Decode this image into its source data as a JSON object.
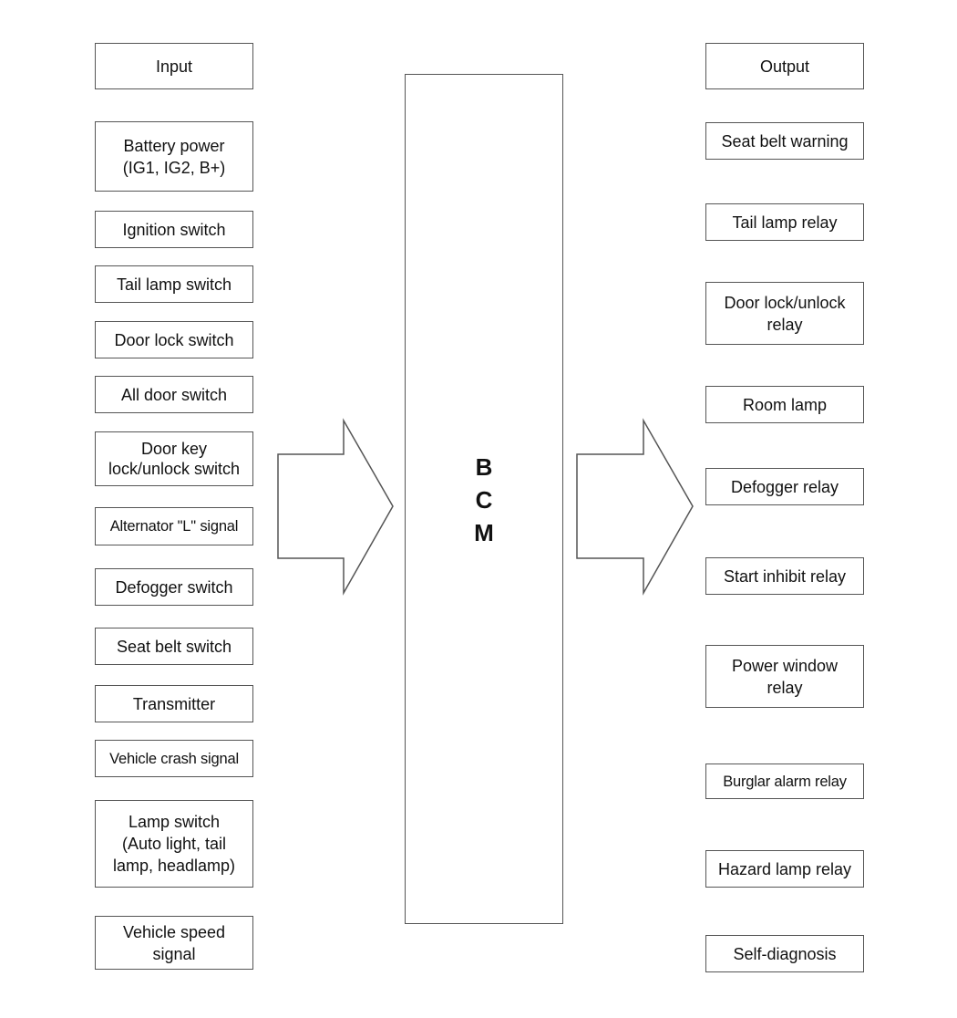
{
  "inputs": {
    "header": "Input",
    "items": [
      "Battery power\n(IG1, IG2, B+)",
      "Ignition switch",
      "Tail lamp switch",
      "Door lock switch",
      "All door switch",
      "Door key\nlock/unlock switch",
      "Alternator \"L\" signal",
      "Defogger switch",
      "Seat belt switch",
      "Transmitter",
      "Vehicle crash signal",
      "Lamp switch\n(Auto light, tail\nlamp, headlamp)",
      "Vehicle speed\nsignal"
    ]
  },
  "bcm": {
    "label": "B\nC\nM"
  },
  "outputs": {
    "header": "Output",
    "items": [
      "Seat belt warning",
      "Tail lamp relay",
      "Door lock/unlock\nrelay",
      "Room lamp",
      "Defogger relay",
      "Start inhibit relay",
      "Power window\nrelay",
      "Burglar alarm relay",
      "Hazard lamp relay",
      "Self-diagnosis"
    ]
  }
}
